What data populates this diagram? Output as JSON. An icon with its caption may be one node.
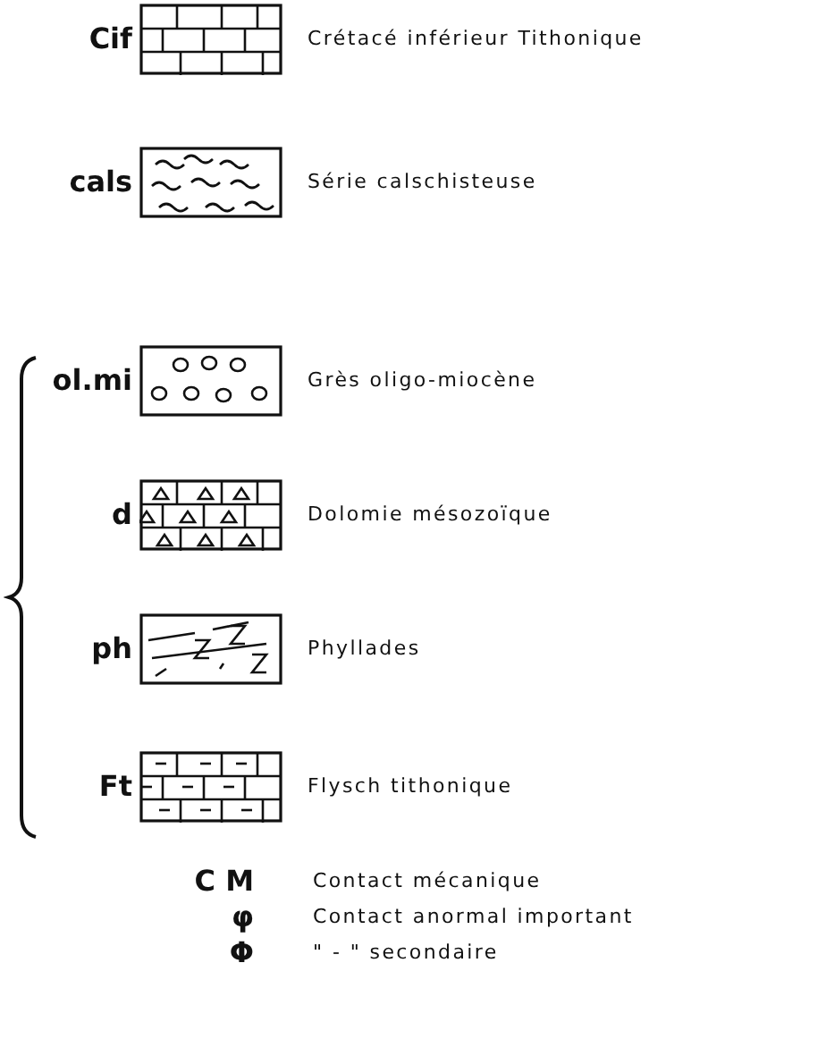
{
  "diagram": {
    "labels": [
      "Cif",
      "cals",
      "ol.mi",
      "d",
      "ph",
      "Ft",
      "C M",
      "φ",
      "Φ"
    ],
    "legend": [
      {
        "text": "Crétacé inférieur Tithonique"
      },
      {
        "text": "Série calschisteuse"
      },
      {
        "text": "Grès oligo-miocène"
      },
      {
        "text": "Dolomie mésozoïque"
      },
      {
        "text": "Phyllades"
      },
      {
        "text": "Flysch tithonique"
      },
      {
        "text": "Contact mécanique"
      },
      {
        "text": "Contact anormal important"
      },
      {
        "text": "\" - \" secondaire"
      }
    ]
  }
}
